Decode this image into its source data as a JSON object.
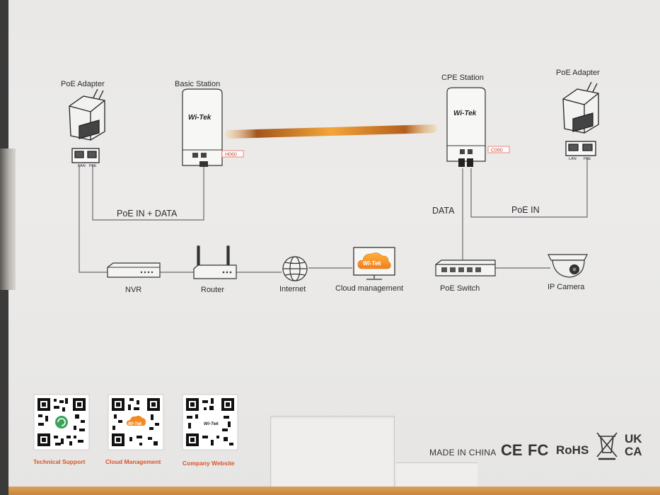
{
  "labels": {
    "poe_adapter_left": "PoE Adapter",
    "basic_station": "Basic Station",
    "cpe_station": "CPE Station",
    "poe_adapter_right": "PoE Adapter",
    "poe_in_data": "PoE IN + DATA",
    "data": "DATA",
    "poe_in": "PoE IN",
    "nvr": "NVR",
    "router": "Router",
    "internet": "Internet",
    "cloud_management": "Cloud management",
    "poe_switch": "PoE Switch",
    "ip_camera": "IP Camera",
    "lan": "LAN",
    "poe": "PoE",
    "basic_model": "H060",
    "cpe_model": "C060",
    "brand": "Wi-Tek"
  },
  "qr_codes": [
    {
      "label": "Technical Support"
    },
    {
      "label": "Cloud Management"
    },
    {
      "label": "Company Website"
    }
  ],
  "certifications": {
    "made_in": "MADE IN CHINA",
    "ce": "CE",
    "fc": "FC",
    "rohs": "RoHS",
    "ukca_top": "UK",
    "ukca_bottom": "CA"
  },
  "colors": {
    "accent": "#f09a2a",
    "qr_label": "#d8542a",
    "line": "#6b6b6b"
  }
}
